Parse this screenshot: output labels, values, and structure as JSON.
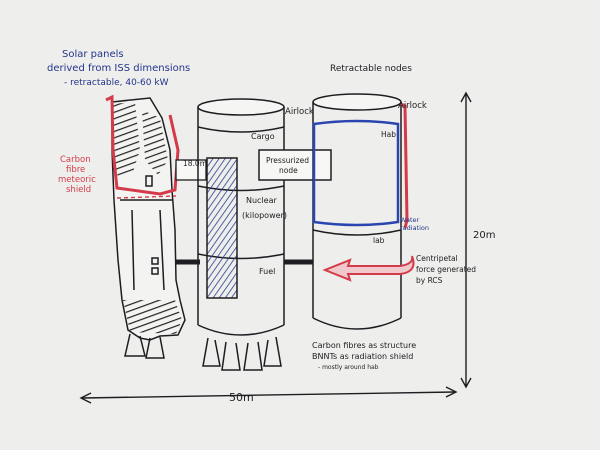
{
  "solar_note": {
    "line1": "Solar panels",
    "line2": "derived from ISS dimensions",
    "line3": "- retractable, 40-60 kW"
  },
  "shield_note": {
    "line1": "Carbon",
    "line2": "fibre",
    "line3": "meteoric",
    "line4": "shield"
  },
  "retractable_nodes": "Retractable nodes",
  "left_module": {
    "airlock": "Airlock",
    "cargo": "Cargo",
    "nuclear": "Nuclear",
    "kilopower": "(kilopower)",
    "fuel": "Fuel"
  },
  "right_module": {
    "airlock": "Airlock",
    "hab": "Hab",
    "water": "Water",
    "water2": "radiation",
    "lab": "lab"
  },
  "pressurized_node": {
    "line1": "Pressurized",
    "line2": "node"
  },
  "truss_dim": "18.0m",
  "centripetal": {
    "line1": "Centripetal",
    "line2": "force generated",
    "line3": "by RCS"
  },
  "structure_note": {
    "line1": "Carbon fibres as structure",
    "line2": "BNNTs as radiation shield",
    "line3": "- mostly around hab"
  },
  "height_dim": "20m",
  "width_dim": "50m",
  "colors": {
    "marker_blue": "#23358c",
    "marker_red": "#d43b4a",
    "marker_black": "#1e1e22",
    "board": "#eeeeec"
  }
}
